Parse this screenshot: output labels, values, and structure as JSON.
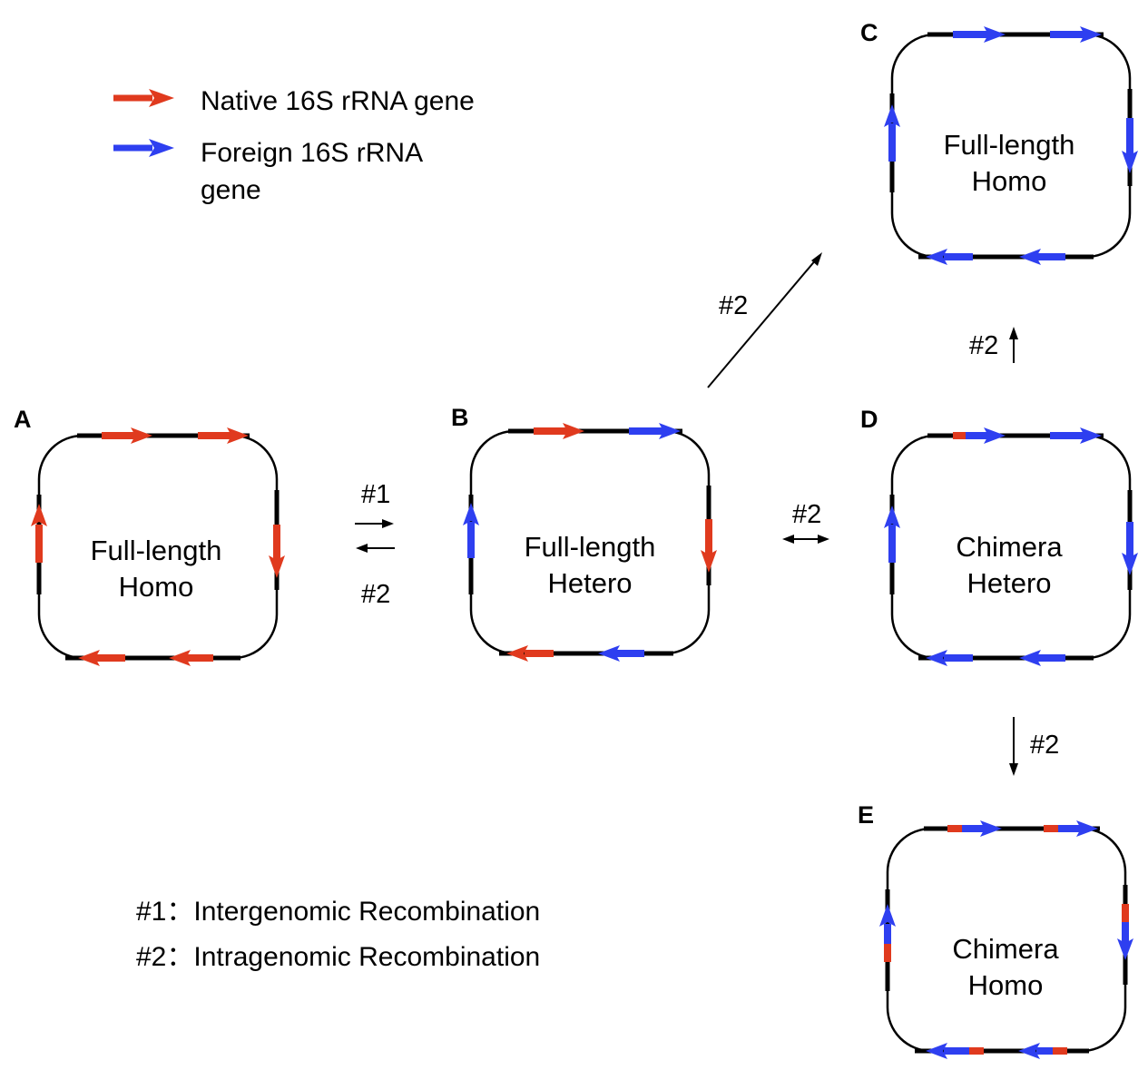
{
  "colors": {
    "native": "#e03a1e",
    "foreign": "#2e3ff0",
    "line": "#000000"
  },
  "legend": {
    "native_label": "Native 16S rRNA gene",
    "foreign_label_line1": "Foreign 16S rRNA",
    "foreign_label_line2": "gene"
  },
  "panels": {
    "A": {
      "letter": "A",
      "line1": "Full-length",
      "line2": "Homo"
    },
    "B": {
      "letter": "B",
      "line1": "Full-length",
      "line2": "Hetero"
    },
    "C": {
      "letter": "C",
      "line1": "Full-length",
      "line2": "Homo"
    },
    "D": {
      "letter": "D",
      "line1": "Chimera",
      "line2": "Hetero"
    },
    "E": {
      "letter": "E",
      "line1": "Chimera",
      "line2": "Homo"
    }
  },
  "transitions": {
    "ab_top": "#1",
    "ab_bottom": "#2",
    "bd": "#2",
    "bc": "#2",
    "dc": "#2",
    "de": "#2"
  },
  "notes": {
    "note1": "#1：Intergenomic Recombination",
    "note2": "#2：Intragenomic Recombination"
  }
}
